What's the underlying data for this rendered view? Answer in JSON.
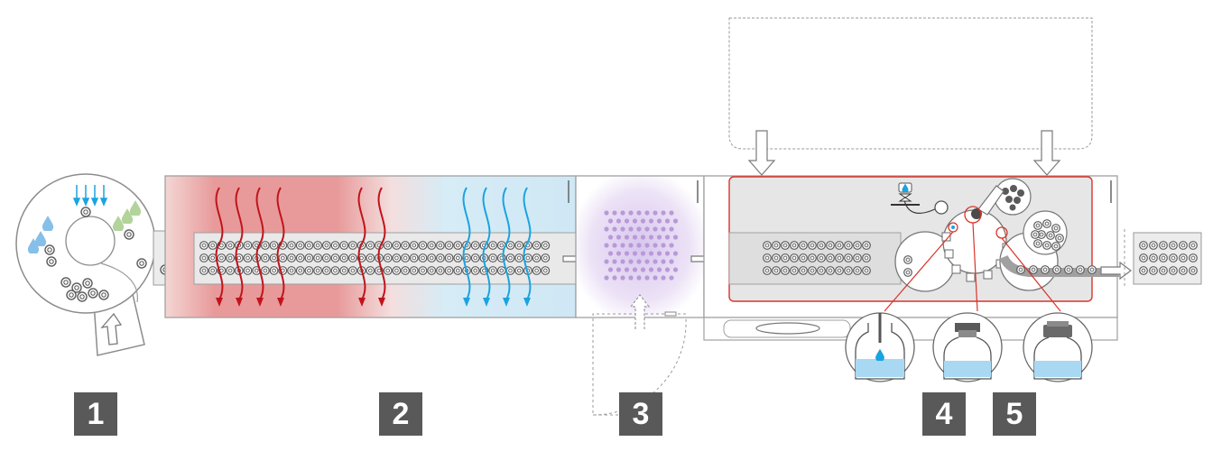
{
  "diagram": {
    "description_steps": [
      "1",
      "2",
      "3",
      "4",
      "5"
    ]
  },
  "colors": {
    "heat_arrow": "#c0141c",
    "cool_arrow": "#1aa3e0",
    "uv_glow": "#b89ad8",
    "fill_zone_border": "#d9342b",
    "badge_bg": "#595959",
    "badge_text": "#ffffff",
    "outline": "#8c8c8c",
    "liquid": "#a9d8f2"
  },
  "icons": [
    "water-drop-icon",
    "flow-arrow-icon",
    "vial-icon",
    "stopper-icon",
    "crimp-cap-icon"
  ]
}
